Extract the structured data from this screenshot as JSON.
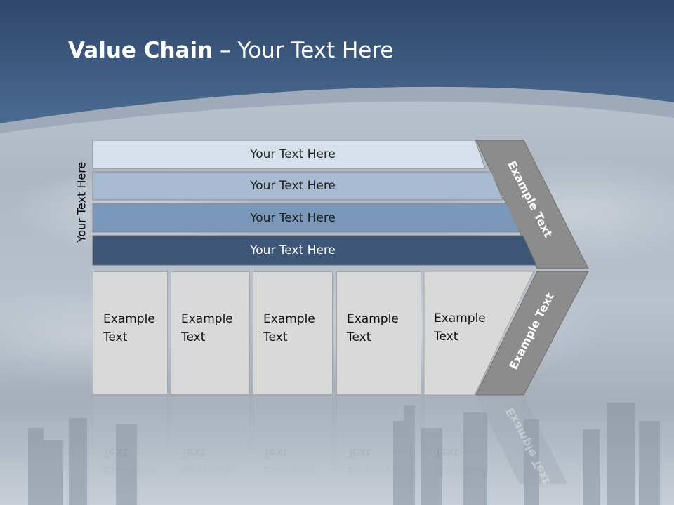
{
  "title": {
    "bold": "Value Chain",
    "rest": " – Your Text Here"
  },
  "side_label": "Your Text Here",
  "bars": [
    {
      "label": "Your Text Here",
      "color": "#d6e0ea",
      "text_color": "#222222"
    },
    {
      "label": "Your Text Here",
      "color": "#a9bbd2",
      "text_color": "#222222"
    },
    {
      "label": "Your Text Here",
      "color": "#7b98bb",
      "text_color": "#1a1a1a"
    },
    {
      "label": "Your Text Here",
      "color": "#3e5675",
      "text_color": "#ffffff"
    }
  ],
  "boxes": [
    {
      "line1": "Example",
      "line2": "Text"
    },
    {
      "line1": "Example",
      "line2": "Text"
    },
    {
      "line1": "Example",
      "line2": "Text"
    },
    {
      "line1": "Example",
      "line2": "Text"
    },
    {
      "line1": "Example",
      "line2": "Text"
    }
  ],
  "chevron": {
    "upper_label": "Example Text",
    "lower_label": "Example Text",
    "color": "#8c8c8c"
  },
  "colors": {
    "header": "#46648a",
    "header_dark": "#2f476a"
  }
}
